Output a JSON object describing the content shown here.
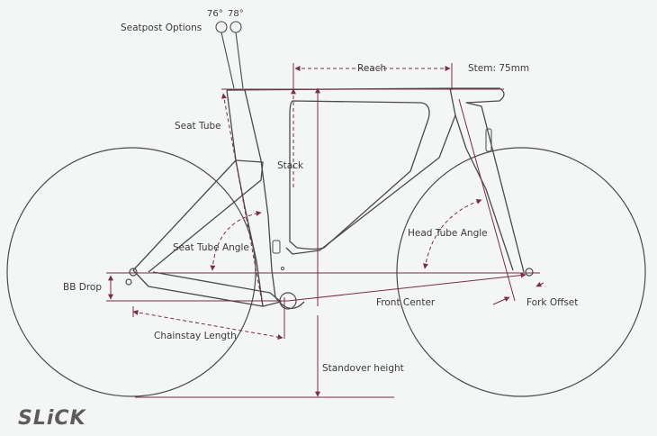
{
  "labels": {
    "seatpost_options": "Seatpost Options",
    "angle_76": "76°",
    "angle_78": "78°",
    "reach": "Reach",
    "stem": "Stem: 75mm",
    "seat_tube": "Seat Tube",
    "stack": "Stack",
    "seat_tube_angle": "Seat Tube Angle",
    "head_tube_angle": "Head Tube Angle",
    "bb_drop": "BB Drop",
    "front_center": "Front Center",
    "fork_offset": "Fork Offset",
    "chainstay_length": "Chainstay Length",
    "standover_height": "Standover height"
  },
  "brand": {
    "logo": "SLiCK"
  },
  "colors": {
    "frame": "#4a4a4a",
    "dimension": "#7a2d4c",
    "background": "#f4f5f5"
  }
}
